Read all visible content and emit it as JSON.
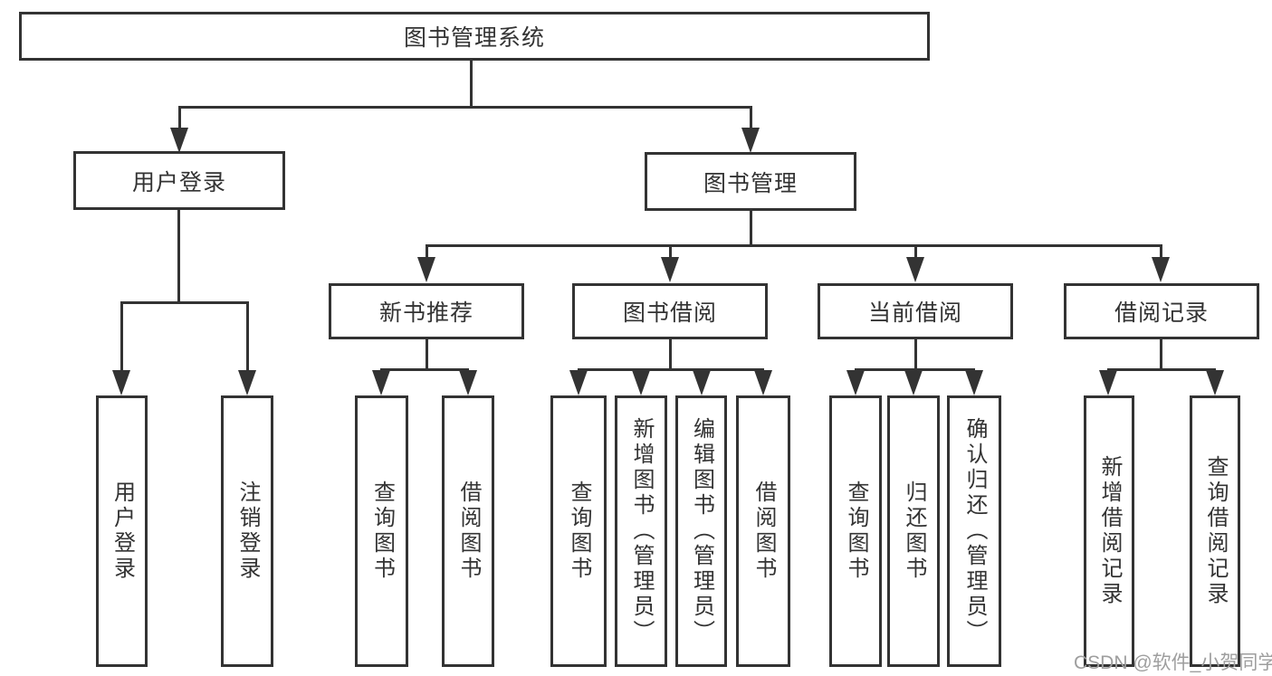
{
  "colors": {
    "line": "#333333",
    "text": "#333333",
    "box_background": "#ffffff",
    "page_background": "#ffffff",
    "watermark": "#9e9e9e"
  },
  "diagram": {
    "type": "tree-structure-chart",
    "root": {
      "label": "图书管理系统"
    },
    "level2": [
      {
        "id": "user-login",
        "label": "用户登录"
      },
      {
        "id": "book-management",
        "label": "图书管理"
      }
    ],
    "level3": [
      {
        "id": "new-book-recommend",
        "parent": "book-management",
        "label": "新书推荐"
      },
      {
        "id": "book-borrow",
        "parent": "book-management",
        "label": "图书借阅"
      },
      {
        "id": "current-borrow",
        "parent": "book-management",
        "label": "当前借阅"
      },
      {
        "id": "borrow-records",
        "parent": "book-management",
        "label": "借阅记录"
      }
    ],
    "leaves": [
      {
        "parent": "user-login",
        "label": "用户登录"
      },
      {
        "parent": "user-login",
        "label": "注销登录"
      },
      {
        "parent": "new-book-recommend",
        "label": "查询图书"
      },
      {
        "parent": "new-book-recommend",
        "label": "借阅图书"
      },
      {
        "parent": "book-borrow",
        "label": "查询图书"
      },
      {
        "parent": "book-borrow",
        "label": "新增图书（管理员）"
      },
      {
        "parent": "book-borrow",
        "label": "编辑图书（管理员）"
      },
      {
        "parent": "book-borrow",
        "label": "借阅图书"
      },
      {
        "parent": "current-borrow",
        "label": "查询图书"
      },
      {
        "parent": "current-borrow",
        "label": "归还图书"
      },
      {
        "parent": "current-borrow",
        "label": "确认归还（管理员）"
      },
      {
        "parent": "borrow-records",
        "label": "新增借阅记录"
      },
      {
        "parent": "borrow-records",
        "label": "查询借阅记录"
      }
    ]
  },
  "watermark": {
    "text": "CSDN @软件_小贺同学"
  }
}
